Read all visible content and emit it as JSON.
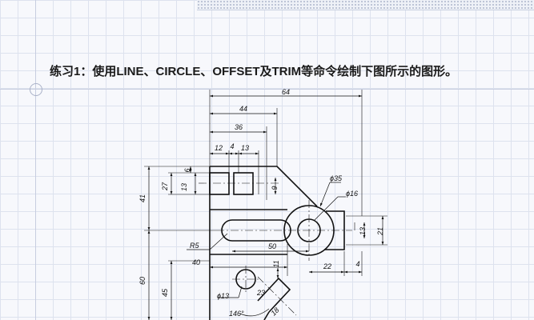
{
  "slide": {
    "title": "练习1：使用LINE、CIRCLE、OFFSET及TRIM等命令绘制下图所示的图形。"
  },
  "drawing": {
    "dims": {
      "d64": "64",
      "d44": "44",
      "d36": "36",
      "d12": "12",
      "d4a": "4",
      "d13a": "13",
      "d6": "6",
      "d27": "27",
      "d13b": "13",
      "d9": "9",
      "d41": "41",
      "phi35": "ϕ35",
      "phi16": "ϕ16",
      "d13c": "13",
      "d21": "21",
      "r5": "R5",
      "d50": "50",
      "d40": "40",
      "d11": "11",
      "d22": "22",
      "d4b": "4",
      "d60": "60",
      "d45": "45",
      "phi13": "ϕ13",
      "d23": "23",
      "d18": "18",
      "a146": "146°"
    }
  }
}
